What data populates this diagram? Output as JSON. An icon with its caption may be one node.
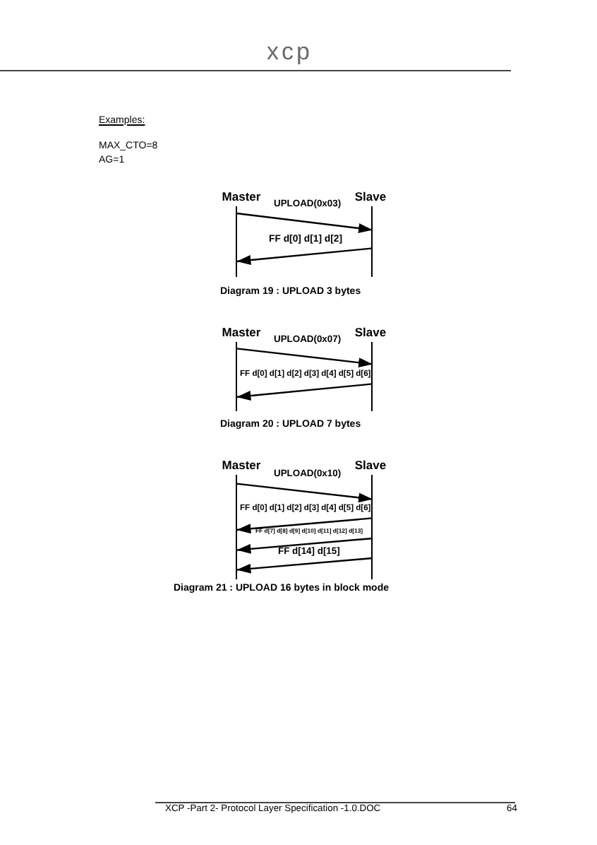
{
  "diagram": {
    "nodes": [
      {
        "text": [
          "Master"
        ]
      },
      {
        "text": [
          "Slave"
        ]
      },
      {
        "text": [
          "Master"
        ]
      },
      {
        "text": [
          "Slave"
        ]
      },
      {
        "text": [
          "Master"
        ]
      },
      {
        "text": [
          "Slave"
        ]
      }
    ],
    "edges": [
      {
        "from": 0,
        "to": 1,
        "arrow": "to",
        "label": "UPLOAD(0x03)"
      },
      {
        "from": 1,
        "to": 0,
        "arrow": "to",
        "label": "FF d[0] d[1] d[2]"
      },
      {
        "from": 2,
        "to": 3,
        "arrow": "to",
        "label": "UPLOAD(0x07)"
      },
      {
        "from": 3,
        "to": 2,
        "arrow": "to",
        "label": "FF d[0] d[1] d[2] d[3] d[4] d[5] d[6]"
      },
      {
        "from": 4,
        "to": 5,
        "arrow": "to",
        "label": "UPLOAD(0x10)"
      },
      {
        "from": 5,
        "to": 4,
        "arrow": "to",
        "label": "FF d[0] d[1] d[2] d[3] d[4] d[5] d[6]"
      },
      {
        "from": 5,
        "to": 4,
        "arrow": "to",
        "label": "FF d[7] d[8] d[9] d[10] d[11] d[12] d[13]"
      },
      {
        "from": 5,
        "to": 4,
        "arrow": "to",
        "label": "FF d[14] d[15]"
      }
    ],
    "labels": [
      "xcp",
      "Examples:",
      "MAX_CTO=8",
      "AG=1",
      "Diagram 19 : UPLOAD 3 bytes",
      "Diagram 20 : UPLOAD 7 bytes",
      "Diagram 21 : UPLOAD 16 bytes in block mode",
      "XCP -Part 2- Protocol Layer Specification -1.0.DOC",
      "64"
    ]
  }
}
